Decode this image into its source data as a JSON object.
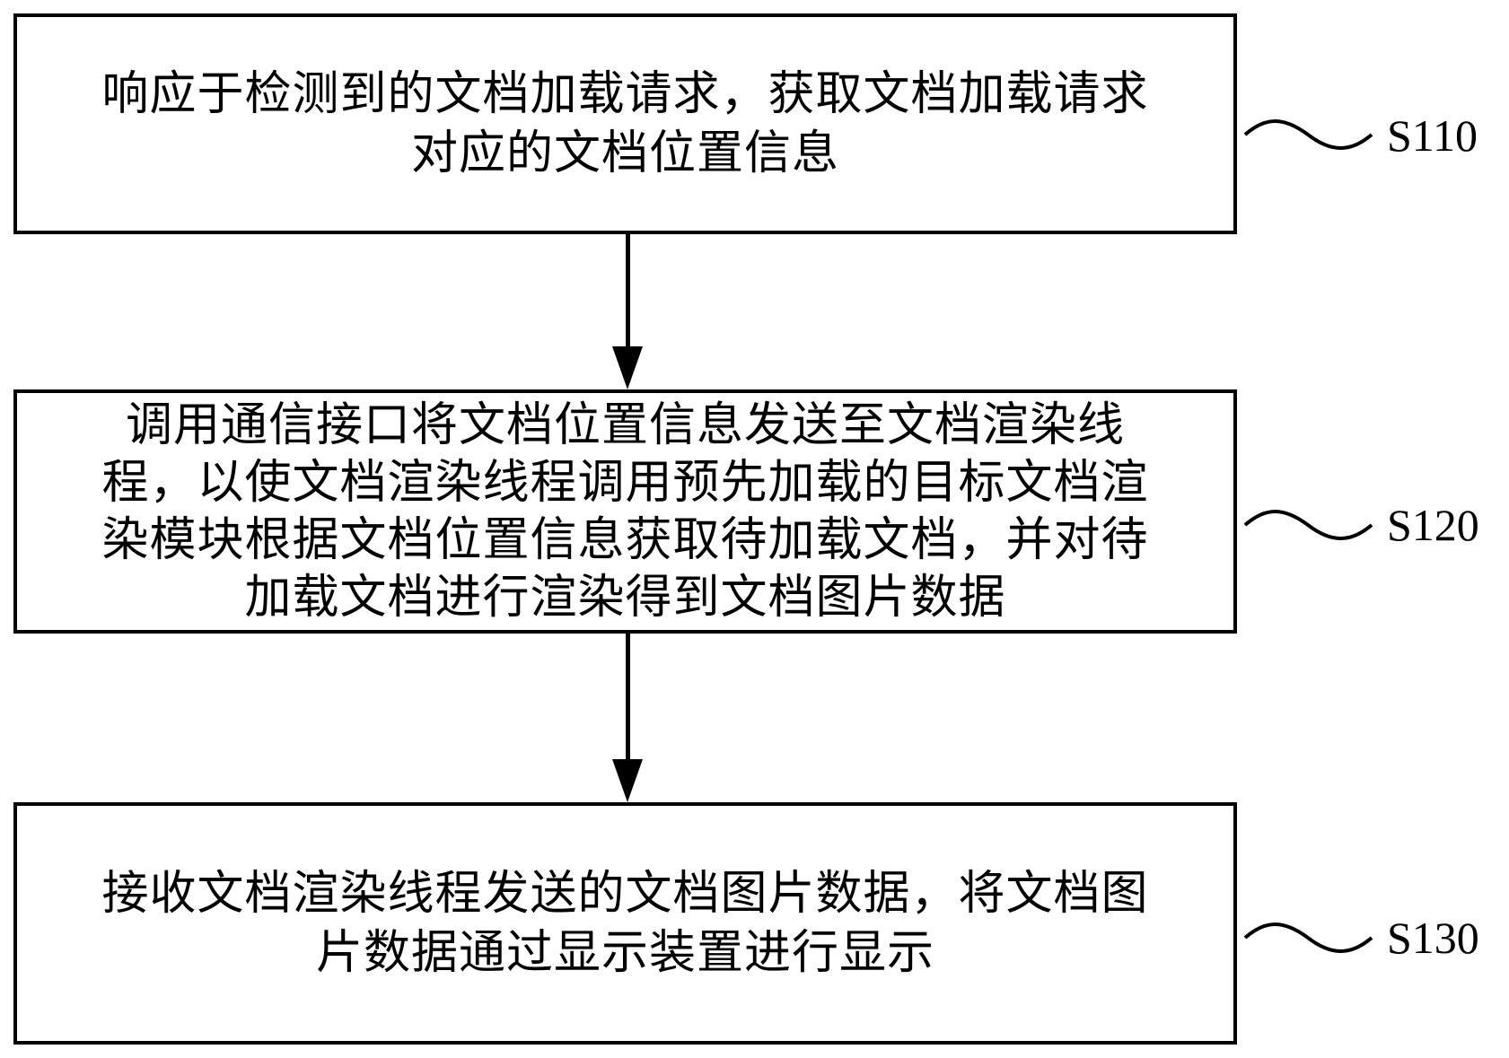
{
  "steps": [
    {
      "id": "S110",
      "lines": [
        "响应于检测到的文档加载请求，获取文档加载请求",
        "对应的文档位置信息"
      ]
    },
    {
      "id": "S120",
      "lines": [
        "调用通信接口将文档位置信息发送至文档渲染线",
        "程，以使文档渲染线程调用预先加载的目标文档渲",
        "染模块根据文档位置信息获取待加载文档，并对待",
        "加载文档进行渲染得到文档图片数据"
      ]
    },
    {
      "id": "S130",
      "lines": [
        "接收文档渲染线程发送的文档图片数据，将文档图",
        "片数据通过显示装置进行显示"
      ]
    }
  ]
}
